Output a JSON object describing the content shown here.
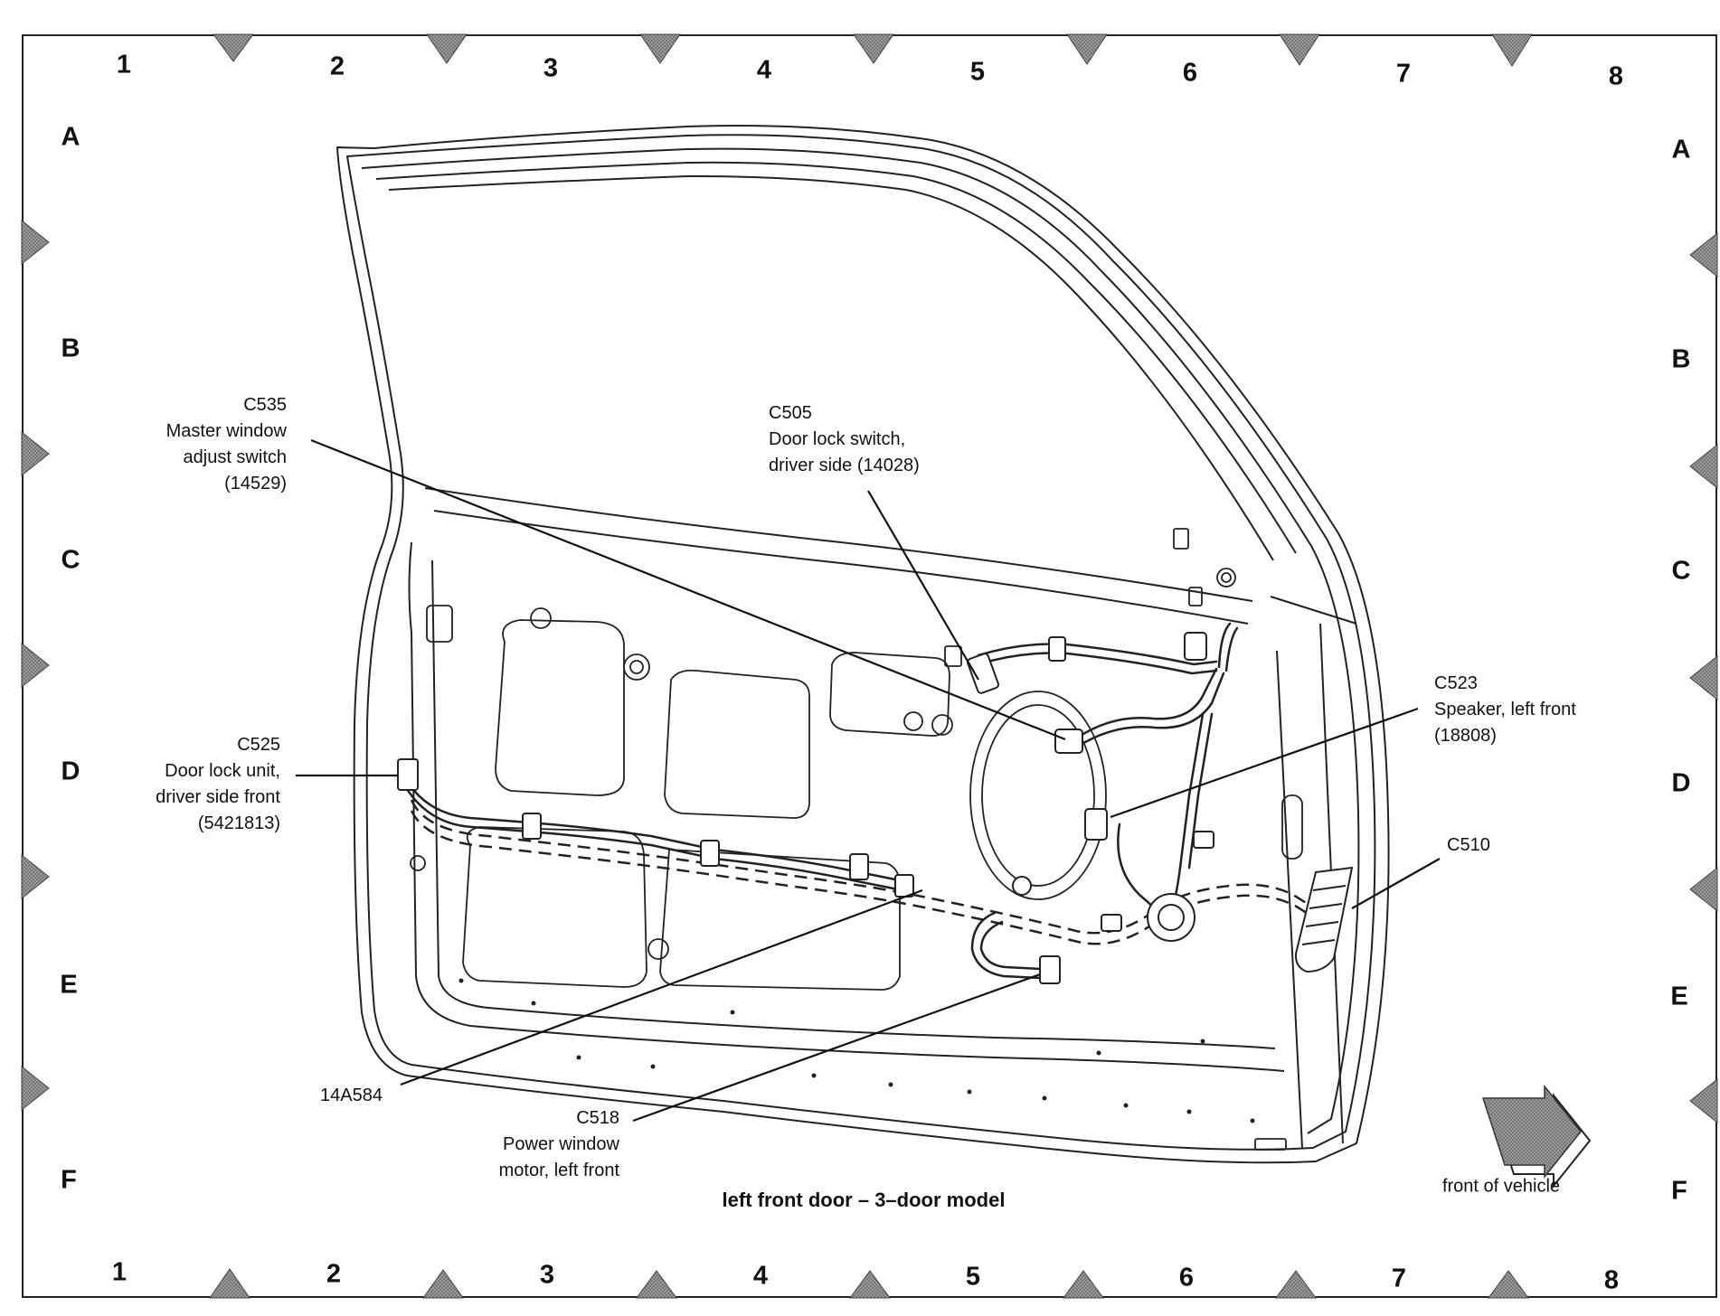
{
  "grid": {
    "columns_top": [
      "1",
      "2",
      "3",
      "4",
      "5",
      "6",
      "7",
      "8"
    ],
    "columns_bottom": [
      "1",
      "2",
      "3",
      "4",
      "5",
      "6",
      "7",
      "8"
    ],
    "rows_left": [
      "A",
      "B",
      "C",
      "D",
      "E",
      "F"
    ],
    "rows_right": [
      "A",
      "B",
      "C",
      "D",
      "E",
      "F"
    ]
  },
  "callouts": {
    "c535": {
      "lines": [
        "C535",
        "Master window",
        "adjust switch",
        "(14529)"
      ]
    },
    "c505": {
      "lines": [
        "C505",
        "Door lock switch,",
        "driver side (14028)"
      ]
    },
    "c523": {
      "lines": [
        "C523",
        "Speaker, left front",
        "(18808)"
      ]
    },
    "c525": {
      "lines": [
        "C525",
        "Door lock unit,",
        "driver side front",
        "(5421813)"
      ]
    },
    "c510": {
      "lines": [
        "C510"
      ]
    },
    "h14a584": {
      "lines": [
        "14A584"
      ]
    },
    "c518": {
      "lines": [
        "C518",
        "Power window",
        "motor, left front"
      ]
    }
  },
  "caption": "left front door – 3–door model",
  "front_indicator": {
    "label": "front of vehicle",
    "icon": "arrow-right-icon"
  },
  "colors": {
    "line": "#222222",
    "arrow_fill": "#777777"
  }
}
